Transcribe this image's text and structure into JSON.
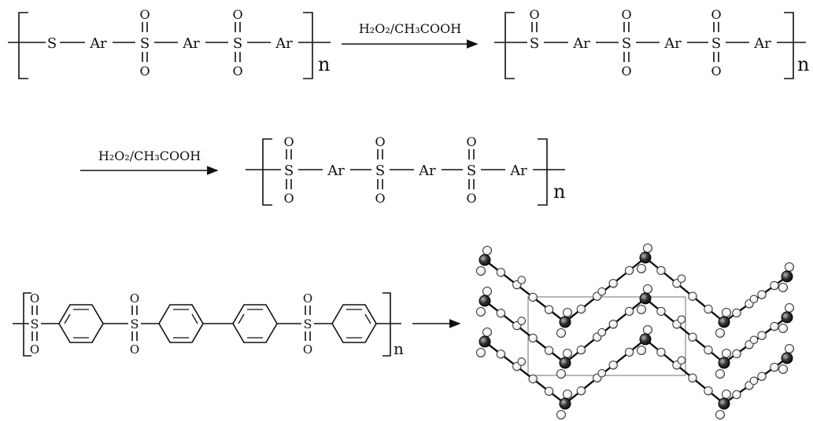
{
  "labels": {
    "s": "S",
    "o": "O",
    "ar": "Ar",
    "n": "n",
    "reagent": "H₂O₂/CH₃COOH"
  },
  "colors": {
    "ink": "#111111",
    "atom_open": "#ffffff",
    "atom_sulfur": "#1a1a1a",
    "cell_box": "#888888"
  }
}
